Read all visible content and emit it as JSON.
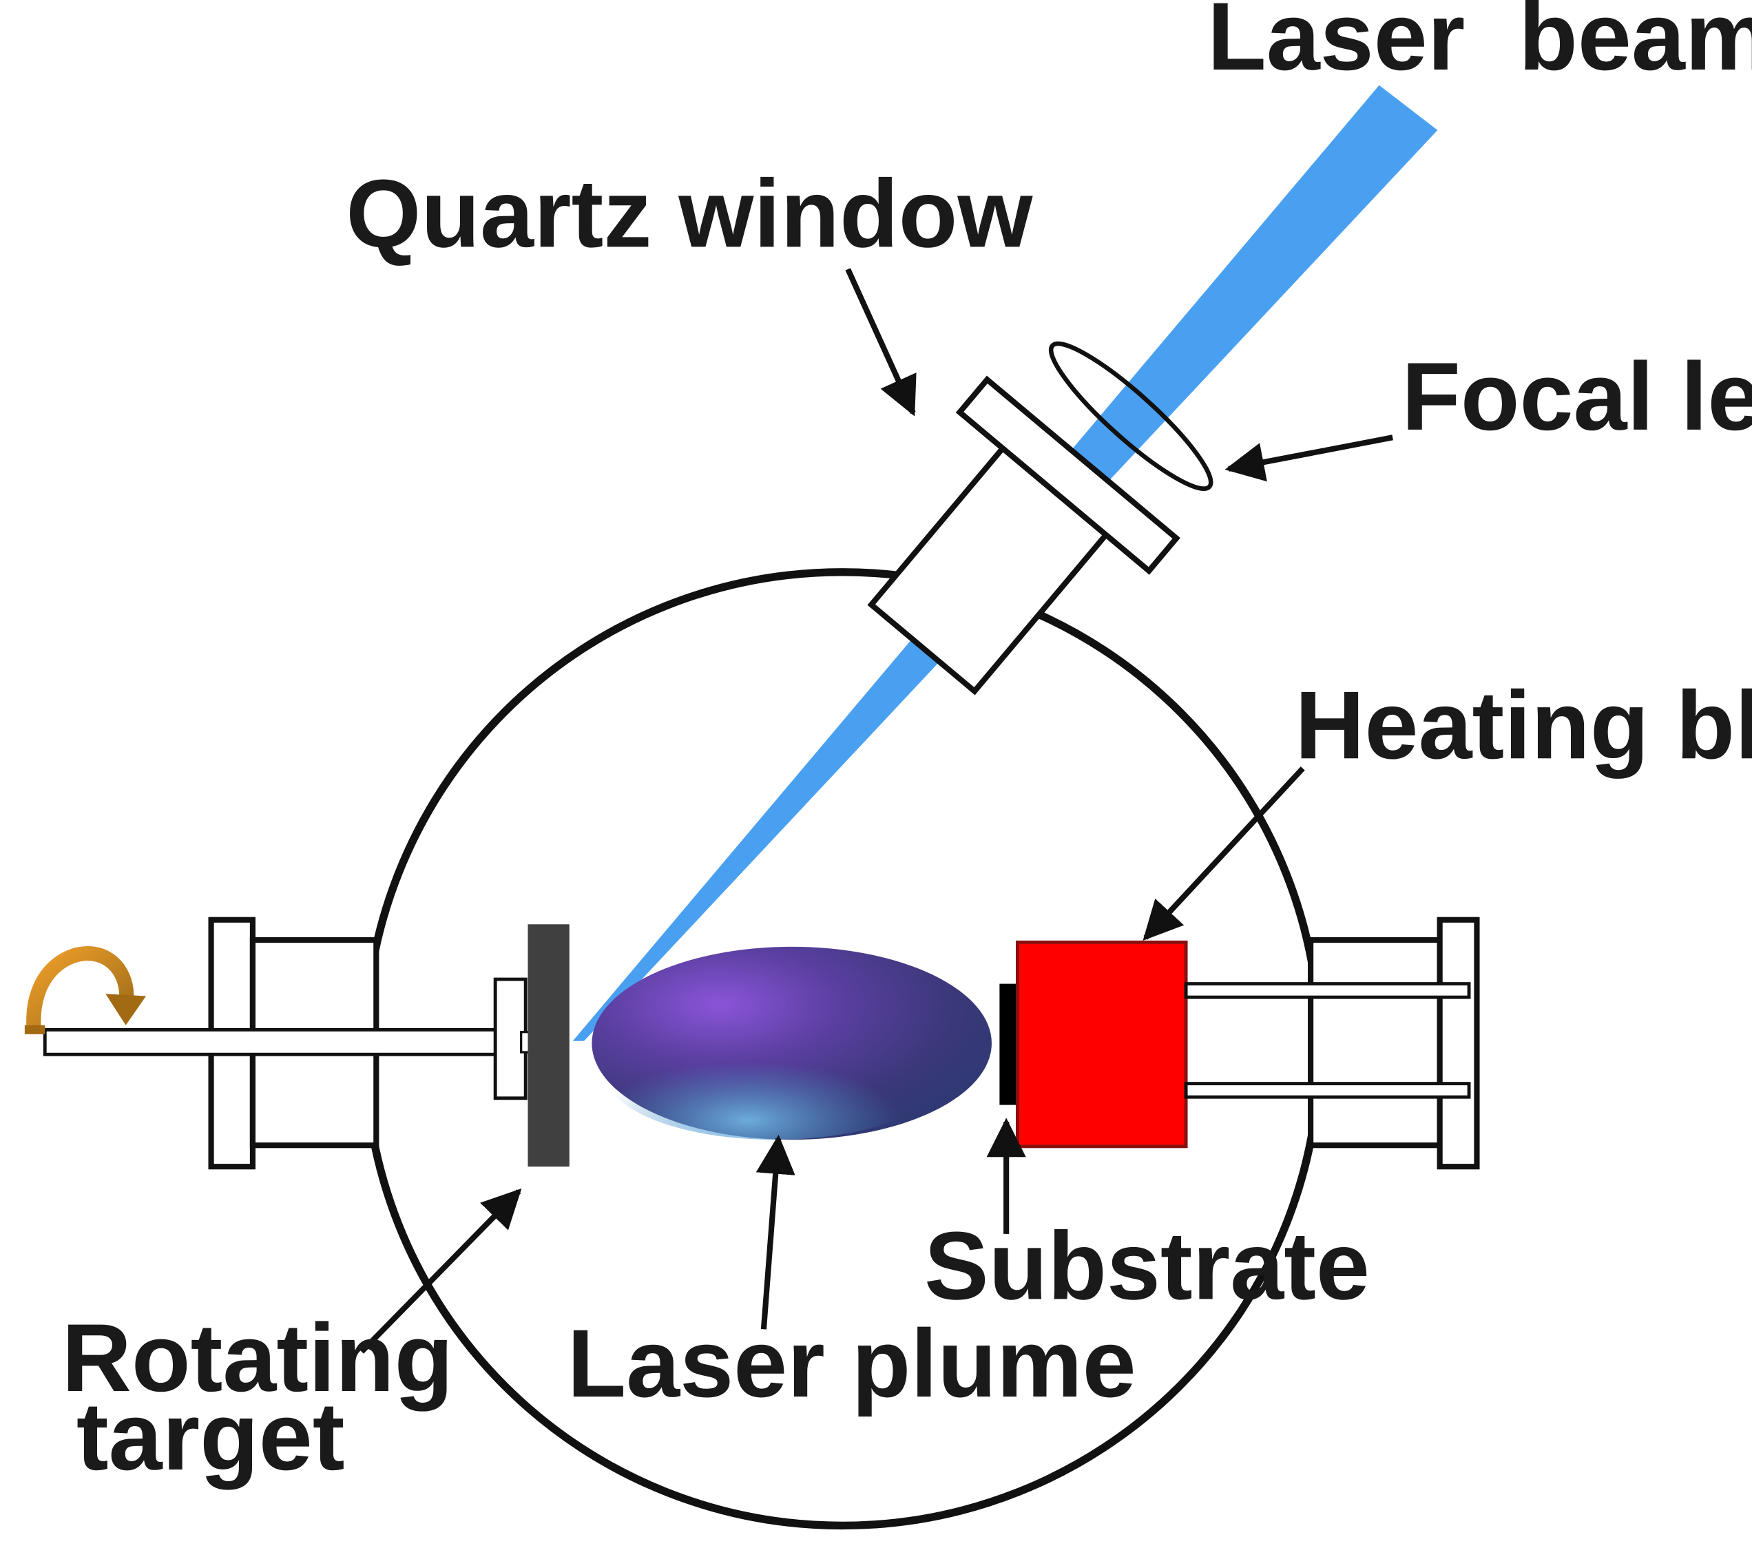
{
  "labels": {
    "laser_beam": "Laser  beam",
    "quartz_window": "Quartz window",
    "focal_lens": "Focal lens",
    "heating_block": "Heating block",
    "substrate": "Substrate",
    "laser_plume": "Laser plume",
    "rotating_target_line1": "Rotating",
    "rotating_target_line2": "target"
  },
  "colors": {
    "laser_beam": "#4aa0f0",
    "heating_block": "#ff0000",
    "target": "#404040",
    "substrate": "#000000",
    "rotation_arrow": "#d98a12",
    "plume_light": "#7a4fd0",
    "plume_dark": "#2c2a60",
    "plume_blue": "#4a90c8"
  },
  "icons": {
    "rotation": "curved-rotation-arrow-icon"
  }
}
